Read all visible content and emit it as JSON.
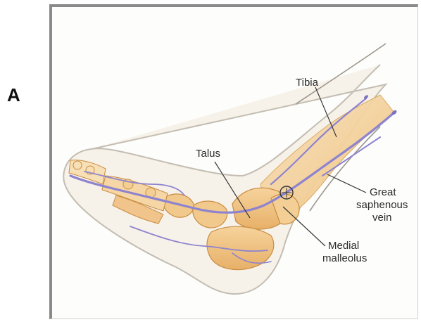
{
  "panel": {
    "letter": "A"
  },
  "labels": {
    "tibia": "Tibia",
    "talus": "Talus",
    "great_saphenous_vein": [
      "Great",
      "saphenous",
      "vein"
    ],
    "medial_malleolus": [
      "Medial",
      "malleolus"
    ]
  },
  "colors": {
    "bone": "#f1c98c",
    "bone_shadow": "#e3ab63",
    "vein": "#8d83cf",
    "skin_outline": "#b9b2a6",
    "leader": "#3a3a3a"
  }
}
